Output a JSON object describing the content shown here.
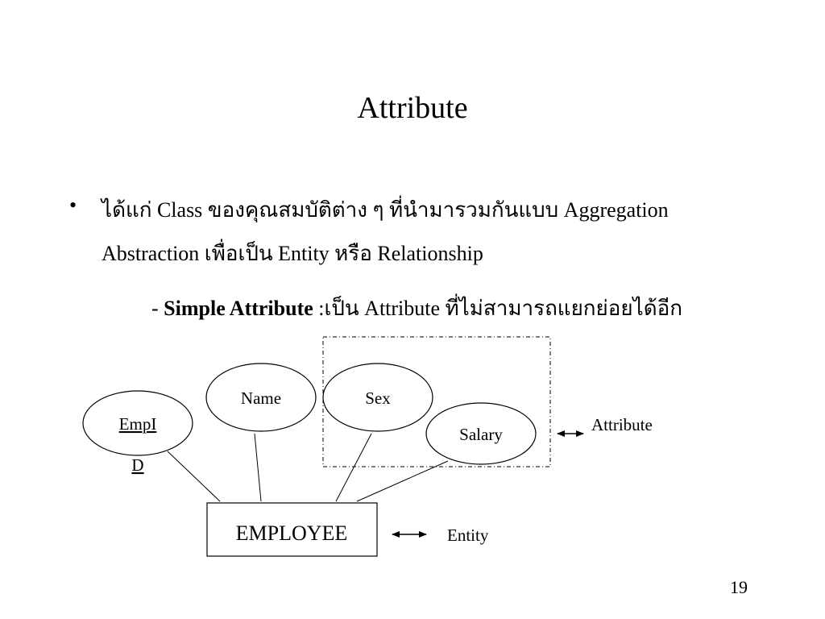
{
  "slide": {
    "title": "Attribute",
    "bullet_symbol": "•",
    "bullet_line1": "ได้แก่ Class ของคุณสมบัติต่าง ๆ ที่นำมารวมกันแบบ Aggregation",
    "bullet_line2": "Abstraction เพื่อเป็น Entity หรือ Relationship",
    "sub_dash": "- ",
    "sub_bold": "Simple Attribute",
    "sub_rest": " :เป็น Attribute ที่ไม่สามารถแยกย่อยได้อีก",
    "page_number": "19"
  },
  "diagram": {
    "entity_label": "EMPLOYEE",
    "attributes": {
      "empid_line1": "EmpI",
      "empid_line2": "D",
      "name": "Name",
      "sex": "Sex",
      "salary": "Salary"
    },
    "legend": {
      "attribute_label": "Attribute",
      "entity_label": "Entity"
    }
  }
}
